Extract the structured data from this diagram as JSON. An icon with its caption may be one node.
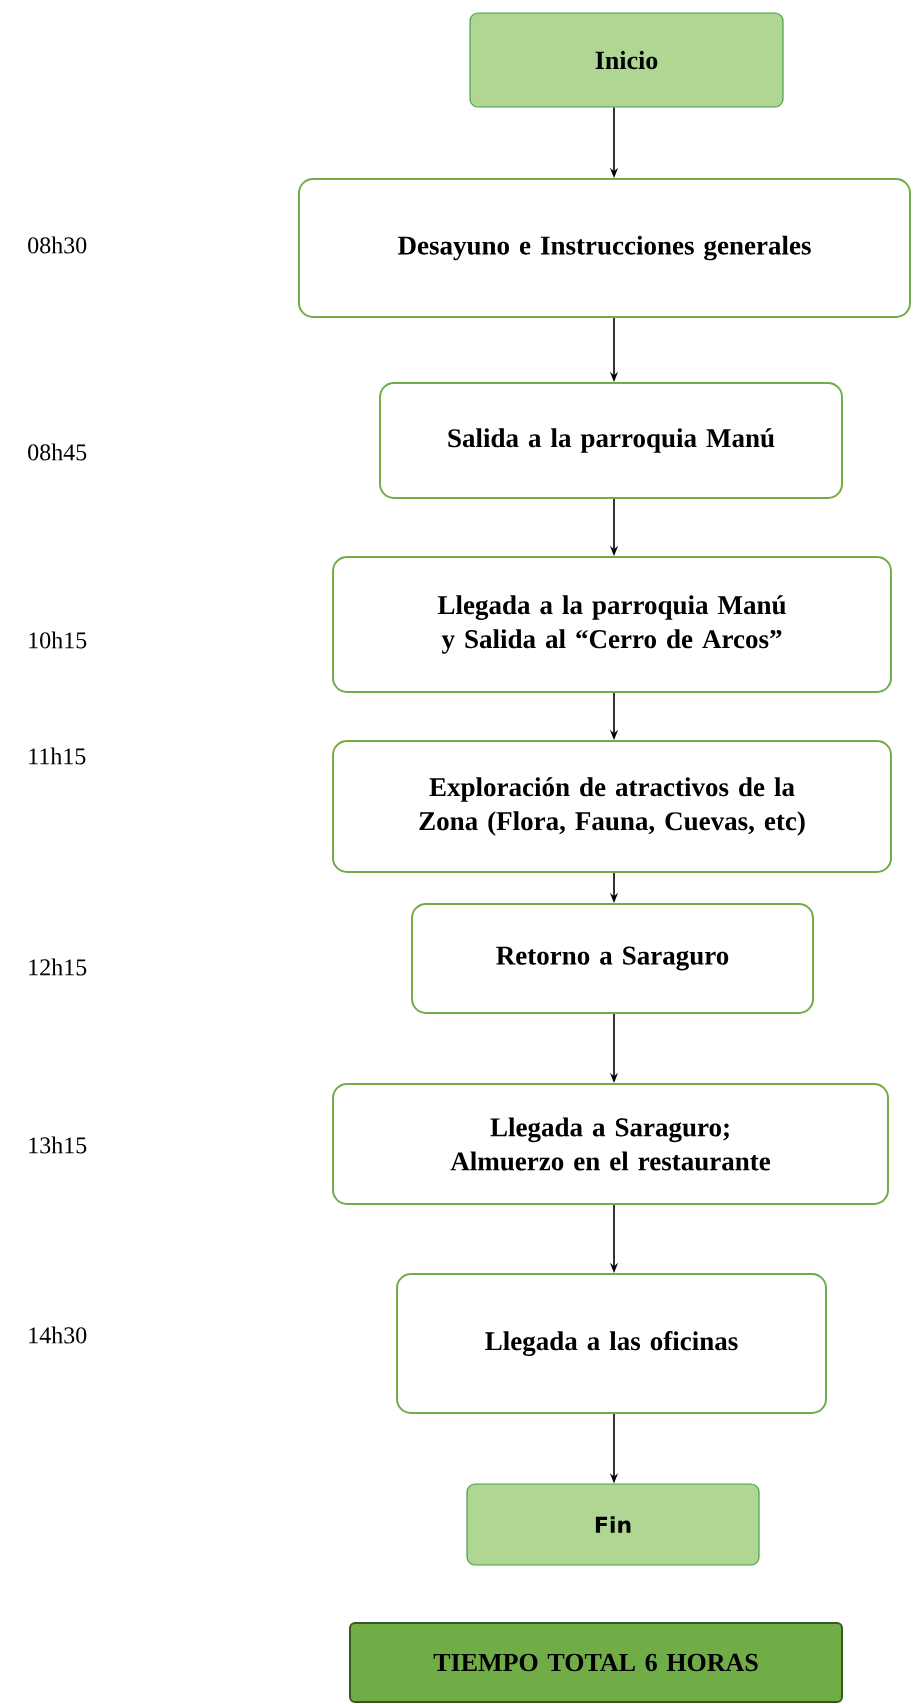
{
  "diagram": {
    "nodes": [
      {
        "text": [
          "Inicio"
        ]
      },
      {
        "text": [
          "Desayuno e Instrucciones generales"
        ]
      },
      {
        "text": [
          "Salida a la parroquia Manú"
        ]
      },
      {
        "text": [
          "Llegada a la parroquia Manú y Salida al “Cerro de Arcos”"
        ]
      },
      {
        "text": [
          "Exploración de atractivos de la Zona (Flora, Fauna, Cuevas, etc)"
        ]
      },
      {
        "text": [
          "Retorno a Saraguro"
        ]
      },
      {
        "text": [
          "Llegada a Saraguro; Almuerzo en el restaurante"
        ]
      },
      {
        "text": [
          "Llegada a las oficinas"
        ]
      },
      {
        "text": [
          "Fin"
        ]
      },
      {
        "text": [
          "TIEMPO TOTAL 6 HORAS"
        ]
      }
    ],
    "edges": [
      {
        "from": 0,
        "to": 1,
        "arrow": "to"
      },
      {
        "from": 1,
        "to": 2,
        "arrow": "to"
      },
      {
        "from": 2,
        "to": 3,
        "arrow": "to"
      },
      {
        "from": 3,
        "to": 4,
        "arrow": "to"
      },
      {
        "from": 4,
        "to": 5,
        "arrow": "to"
      },
      {
        "from": 5,
        "to": 6,
        "arrow": "to"
      },
      {
        "from": 6,
        "to": 7,
        "arrow": "to"
      },
      {
        "from": 7,
        "to": 8,
        "arrow": "to"
      }
    ],
    "labels": [
      "08h30",
      "08h45",
      "10h15",
      "11h15",
      "12h15",
      "13h15",
      "14h30"
    ]
  }
}
